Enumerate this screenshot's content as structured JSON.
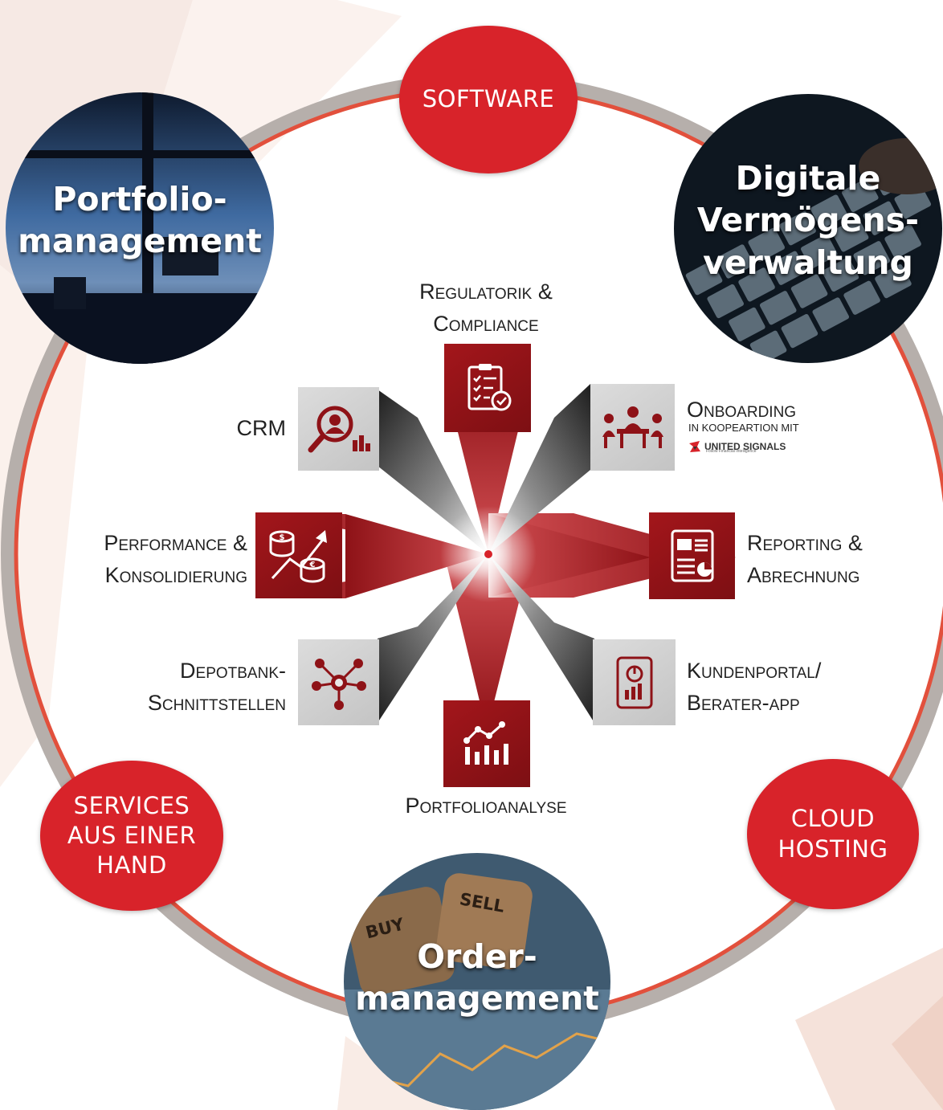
{
  "hub": {
    "top": "SOFTWARE",
    "top_left": "Portfolio-\nmanagement",
    "top_right": "Digitale\nVermögens-\nverwaltung",
    "bottom_left": "SERVICES\nAUS EINER\nHAND",
    "bottom_right": "CLOUD\nHOSTING",
    "bottom": "Order-\nmanagement"
  },
  "dice": {
    "left": "BUY",
    "right": "SELL"
  },
  "modules": {
    "regulatorik": {
      "label": "Regulatorik &\nCompliance",
      "icon": "checklist-icon"
    },
    "onboarding": {
      "label": "Onboarding",
      "sub": "IN KOOPEARTION MIT",
      "partner": "UNITED SIGNALS",
      "partner_tag": "Follow Financial Intelligence",
      "icon": "meeting-icon"
    },
    "reporting": {
      "label": "Reporting &\nAbrechnung",
      "icon": "report-icon"
    },
    "kundenportal": {
      "label": "Kundenportal/\nBerater-app",
      "icon": "tablet-chart-icon"
    },
    "portfolioanalyse": {
      "label": "Portfolioanalyse",
      "icon": "analysis-chart-icon"
    },
    "depotbank": {
      "label": "Depotbank-\nSchnittstellen",
      "icon": "network-icon"
    },
    "performance": {
      "label": "Performance &\nKonsolidierung",
      "icon": "coins-growth-icon"
    },
    "crm": {
      "label": "CRM",
      "icon": "magnifier-person-icon"
    }
  },
  "colors": {
    "accent": "#d8232a",
    "dark_red": "#8e1217",
    "ring": "#b3aca8"
  }
}
